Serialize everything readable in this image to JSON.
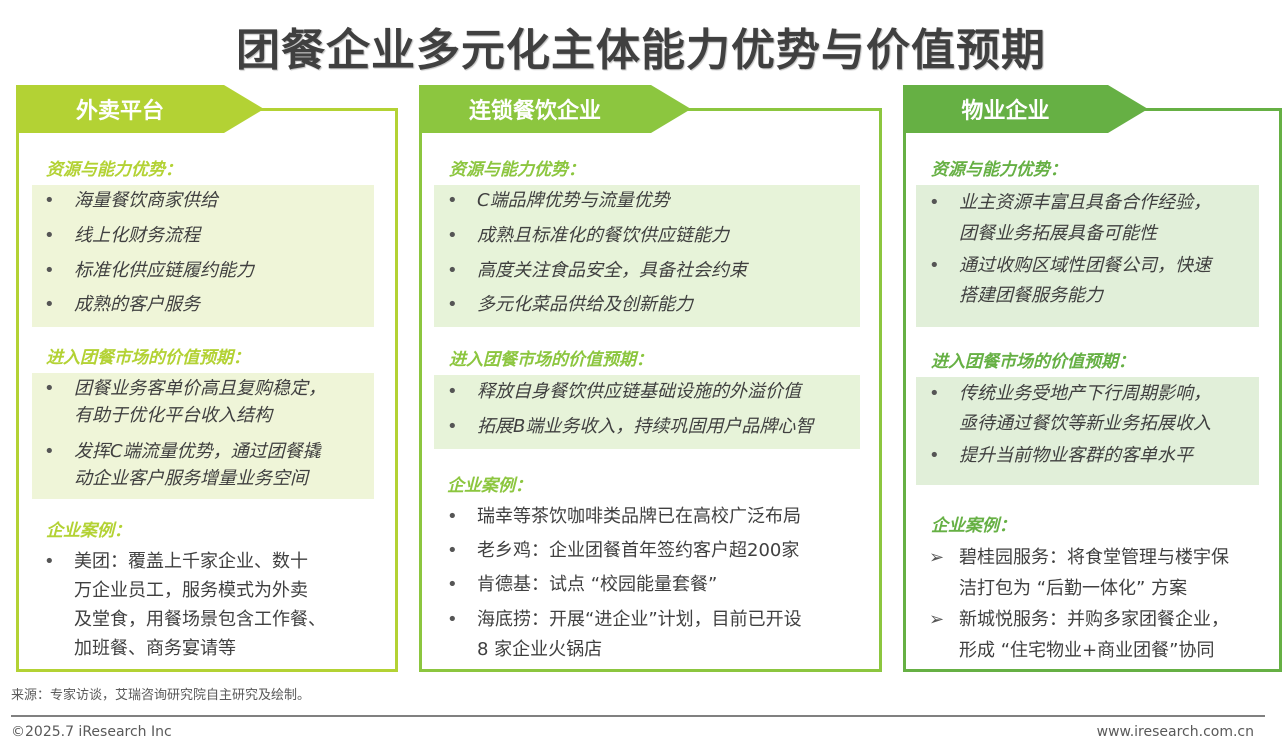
{
  "title": "团餐企业多元化主体能力优势与价值预期",
  "colors": {
    "panel1": "#b3d234",
    "panel2": "#8cc63f",
    "panel3": "#66b044",
    "panel1_bg": "#eff5d8",
    "panel2_bg": "#e7f3d9",
    "panel3_bg": "#e1efd9",
    "text": "#404040"
  },
  "panels": [
    {
      "label": "外卖平台",
      "resources_heading": "资源与能力优势：",
      "resources": [
        "海量餐饮商家供给",
        "线上化财务流程",
        "标准化供应链履约能力",
        "成熟的客户服务"
      ],
      "value_heading": "进入团餐市场的价值预期：",
      "values": [
        [
          "团餐业务客单价高且复购稳定，",
          "有助于优化平台收入结构"
        ],
        [
          "发挥C端流量优势，通过团餐撬",
          "动企业客户服务增量业务空间"
        ]
      ],
      "cases_heading": "企业案例：",
      "case_bullet": "•",
      "cases": [
        [
          "美团：覆盖上千家企业、数十",
          "万企业员工，服务模式为外卖",
          "及堂食，用餐场景包含工作餐、",
          "加班餐、商务宴请等"
        ]
      ]
    },
    {
      "label": "连锁餐饮企业",
      "resources_heading": "资源与能力优势：",
      "resources": [
        "C端品牌优势与流量优势",
        "成熟且标准化的餐饮供应链能力",
        "高度关注食品安全，具备社会约束",
        "多元化菜品供给及创新能力"
      ],
      "value_heading": "进入团餐市场的价值预期：",
      "values": [
        [
          "释放自身餐饮供应链基础设施的外溢价值"
        ],
        [
          "拓展B端业务收入，持续巩固用户品牌心智"
        ]
      ],
      "cases_heading": "企业案例：",
      "case_bullet": "•",
      "cases": [
        [
          "瑞幸等茶饮咖啡类品牌已在高校广泛布局"
        ],
        [
          "老乡鸡：企业团餐首年签约客户超200家"
        ],
        [
          "肯德基：试点 “校园能量套餐”"
        ],
        [
          "海底捞：开展“进企业”计划，目前已开设",
          "8 家企业火锅店"
        ]
      ]
    },
    {
      "label": "物业企业",
      "resources_heading": "资源与能力优势：",
      "resources_multi": [
        [
          "业主资源丰富且具备合作经验，",
          "团餐业务拓展具备可能性"
        ],
        [
          "通过收购区域性团餐公司，快速",
          "搭建团餐服务能力"
        ]
      ],
      "value_heading": "进入团餐市场的价值预期：",
      "values": [
        [
          "传统业务受地产下行周期影响，",
          "亟待通过餐饮等新业务拓展收入"
        ],
        [
          "提升当前物业客群的客单水平"
        ]
      ],
      "cases_heading": "企业案例：",
      "case_bullet": "➢",
      "cases": [
        [
          "碧桂园服务：将食堂管理与楼宇保",
          "洁打包为 “后勤一体化” 方案"
        ],
        [
          "新城悦服务：并购多家团餐企业，",
          "形成 “住宅物业+商业团餐”协同"
        ]
      ]
    }
  ],
  "footer": {
    "source": "来源：专家访谈，艾瑞咨询研究院自主研究及绘制。",
    "copyright": "©2025.7 iResearch Inc",
    "website": "www.iresearch.com.cn"
  }
}
